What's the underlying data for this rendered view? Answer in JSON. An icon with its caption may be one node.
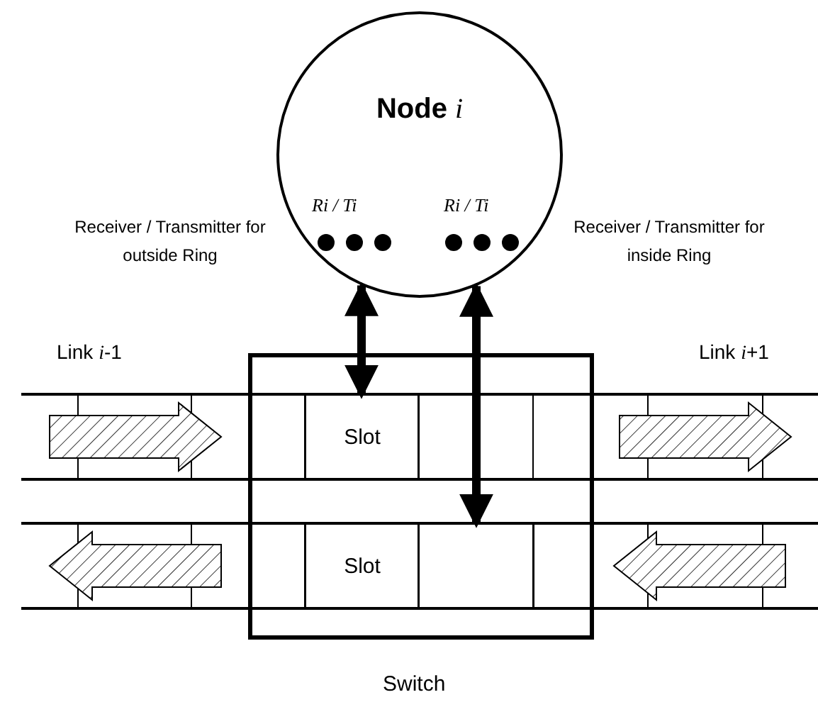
{
  "diagram": {
    "nodes": [
      {
        "text": [
          "Node *i*"
        ]
      },
      {
        "text": [],
        "shape": "box",
        "beside": [
          "Switch"
        ]
      },
      {
        "text": [
          "Slot"
        ],
        "in": 1
      },
      {
        "text": [
          "Slot"
        ],
        "in": 1
      },
      {
        "text": [],
        "shape": "box",
        "in": 1
      }
    ],
    "edges": [
      {
        "from": 0,
        "to": 2,
        "arrow": "both"
      },
      {
        "from": 0,
        "to": 4,
        "arrow": "both"
      }
    ],
    "labels": [
      "Ri / Ti",
      "Ri / Ti",
      "Receiver / Transmitter for outside Ring",
      "Receiver / Transmitter for inside Ring",
      "Link *i*-1",
      "Link *i*+1"
    ]
  }
}
